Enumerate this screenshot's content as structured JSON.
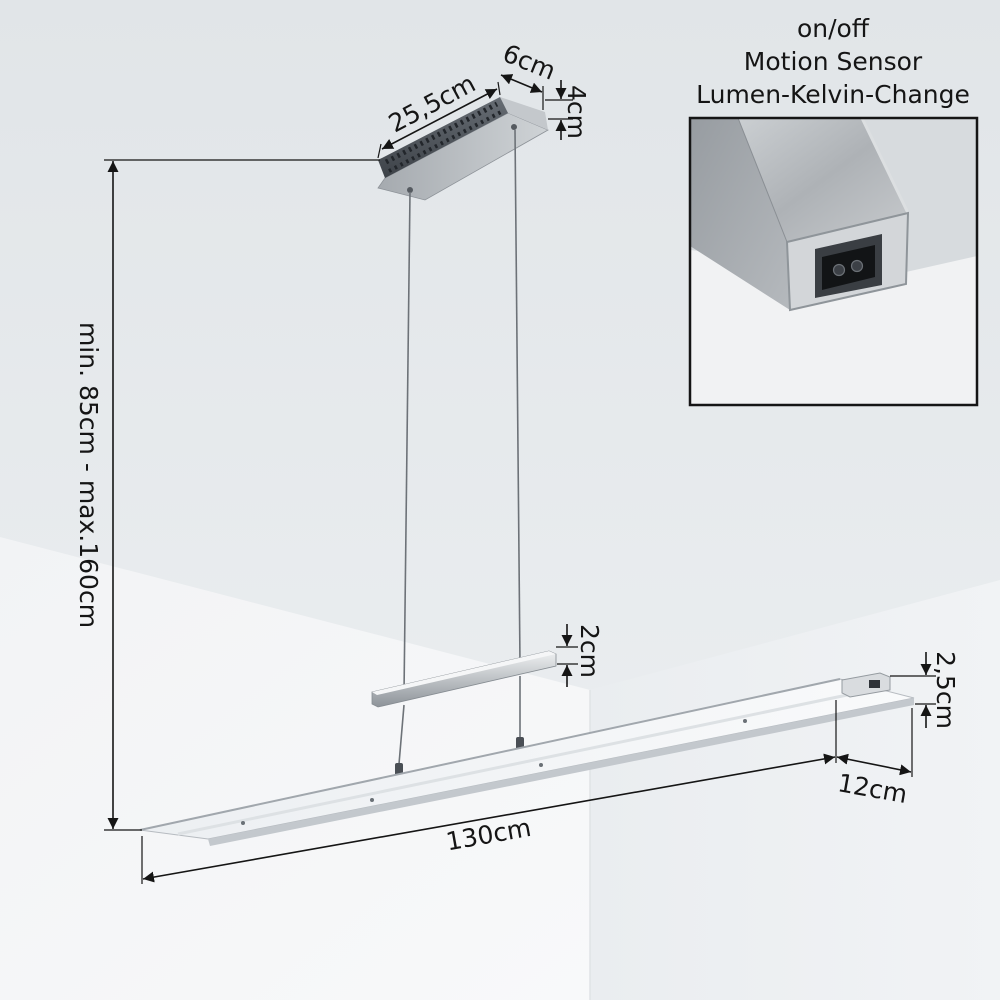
{
  "feature_box": {
    "lines": [
      "on/off",
      "Motion Sensor",
      "Lumen-Kelvin-Change"
    ]
  },
  "dimensions": {
    "canopy_length": "25,5cm",
    "canopy_width": "6cm",
    "canopy_height": "4cm",
    "suspension_height": "min. 85cm - max.160cm",
    "adjuster_height": "2cm",
    "panel_height": "2,5cm",
    "panel_depth": "12cm",
    "panel_length": "130cm"
  }
}
